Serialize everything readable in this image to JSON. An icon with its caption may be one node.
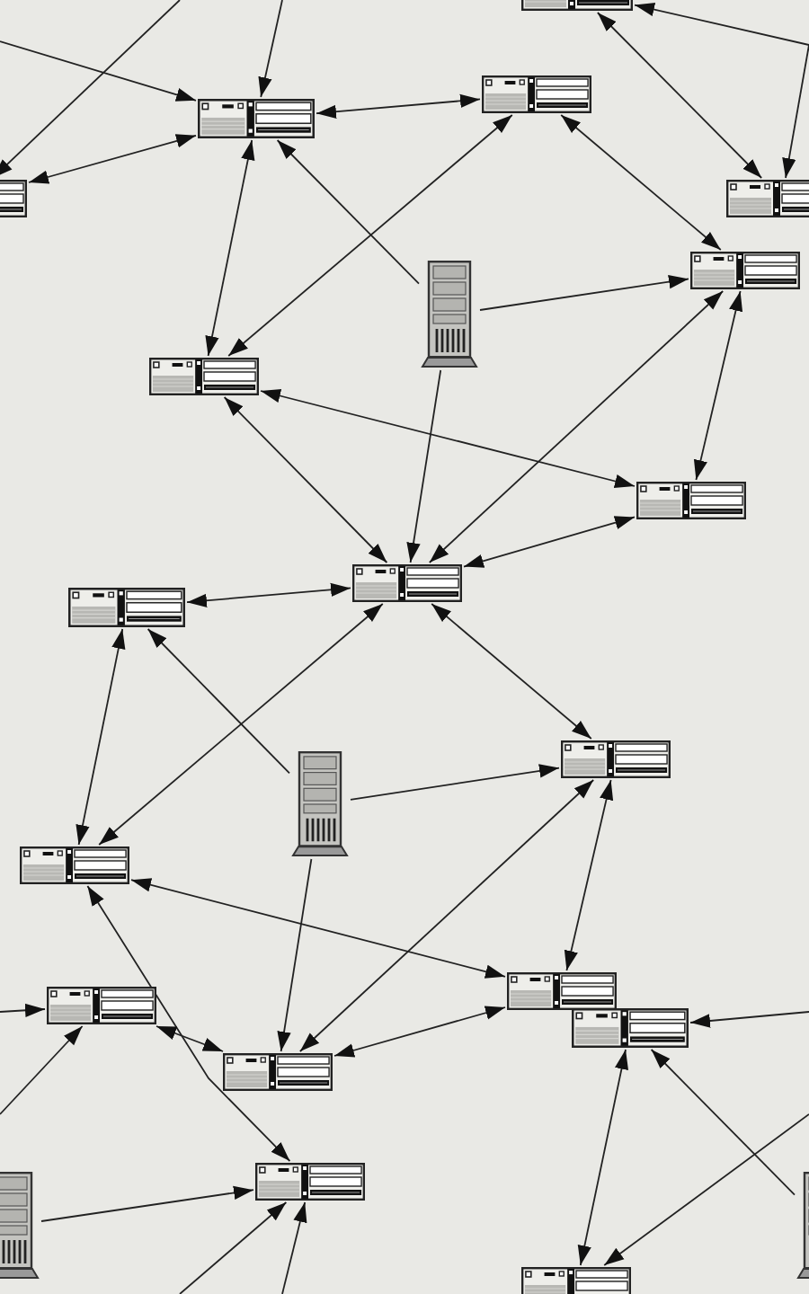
{
  "diagram": {
    "nodes": [
      {
        "text": [],
        "shape": "computer"
      },
      {
        "text": [],
        "shape": "computer"
      },
      {
        "text": [],
        "shape": "computer"
      },
      {
        "text": [],
        "shape": "computer"
      },
      {
        "text": [],
        "shape": "computer"
      },
      {
        "text": [],
        "shape": "computer"
      },
      {
        "text": [],
        "shape": "server"
      },
      {
        "text": [],
        "shape": "computer"
      },
      {
        "text": [],
        "shape": "computer"
      },
      {
        "text": [],
        "shape": "computer"
      },
      {
        "text": [],
        "shape": "computer"
      },
      {
        "text": [],
        "shape": "computer"
      },
      {
        "text": [],
        "shape": "server"
      },
      {
        "text": [],
        "shape": "computer"
      },
      {
        "text": [],
        "shape": "computer"
      },
      {
        "text": [],
        "shape": "computer"
      },
      {
        "text": [],
        "shape": "computer"
      },
      {
        "text": [],
        "shape": "computer"
      },
      {
        "text": [],
        "shape": "computer"
      },
      {
        "text": [],
        "shape": "server"
      },
      {
        "text": [],
        "shape": "server"
      },
      {
        "text": [],
        "shape": "computer"
      }
    ],
    "edges": [
      {
        "from": null,
        "to": 2,
        "arrow": "to"
      },
      {
        "from": null,
        "to": 3,
        "arrow": "to"
      },
      {
        "from": null,
        "to": 2,
        "arrow": "to"
      },
      {
        "from": 2,
        "to": 3,
        "arrow": "both"
      },
      {
        "from": 2,
        "to": 1,
        "arrow": "both"
      },
      {
        "from": 6,
        "to": 2,
        "arrow": "to"
      },
      {
        "from": 2,
        "to": 7,
        "arrow": "both"
      },
      {
        "from": 1,
        "to": 7,
        "arrow": "both"
      },
      {
        "from": 1,
        "to": 5,
        "arrow": "both"
      },
      {
        "from": 0,
        "to": 4,
        "arrow": "both"
      },
      {
        "from": null,
        "to": 0,
        "arrow": "to"
      },
      {
        "from": null,
        "to": 4,
        "arrow": "to"
      },
      {
        "from": 6,
        "to": 5,
        "arrow": "to"
      },
      {
        "from": 9,
        "to": 5,
        "arrow": "both"
      },
      {
        "from": 8,
        "to": 5,
        "arrow": "both"
      },
      {
        "from": 6,
        "to": 9,
        "arrow": "to"
      },
      {
        "from": 7,
        "to": 8,
        "arrow": "both"
      },
      {
        "from": 7,
        "to": 9,
        "arrow": "both"
      },
      {
        "from": 9,
        "to": 8,
        "arrow": "both"
      },
      {
        "from": 9,
        "to": 10,
        "arrow": "both"
      },
      {
        "from": 12,
        "to": 10,
        "arrow": "to"
      },
      {
        "from": 9,
        "to": 13,
        "arrow": "both"
      },
      {
        "from": 9,
        "to": 11,
        "arrow": "both"
      },
      {
        "from": 10,
        "to": 13,
        "arrow": "both"
      },
      {
        "from": 12,
        "to": 11,
        "arrow": "to"
      },
      {
        "from": 11,
        "to": 17,
        "arrow": "both"
      },
      {
        "from": 11,
        "to": 14,
        "arrow": "both"
      },
      {
        "from": 12,
        "to": 17,
        "arrow": "to"
      },
      {
        "from": 13,
        "to": 14,
        "arrow": "both"
      },
      {
        "from": 13,
        "to": 18,
        "arrow": "both"
      },
      {
        "from": 15,
        "to": 17,
        "arrow": "both"
      },
      {
        "from": 14,
        "to": 17,
        "arrow": "both"
      },
      {
        "from": null,
        "to": 15,
        "arrow": "to"
      },
      {
        "from": null,
        "to": 15,
        "arrow": "to"
      },
      {
        "from": 19,
        "to": 18,
        "arrow": "to"
      },
      {
        "from": null,
        "to": 18,
        "arrow": "to"
      },
      {
        "from": null,
        "to": 18,
        "arrow": "to"
      },
      {
        "from": null,
        "to": 16,
        "arrow": "to"
      },
      {
        "from": 20,
        "to": 16,
        "arrow": "to"
      },
      {
        "from": null,
        "to": 21,
        "arrow": "to"
      },
      {
        "from": 16,
        "to": 21,
        "arrow": "both"
      }
    ]
  }
}
